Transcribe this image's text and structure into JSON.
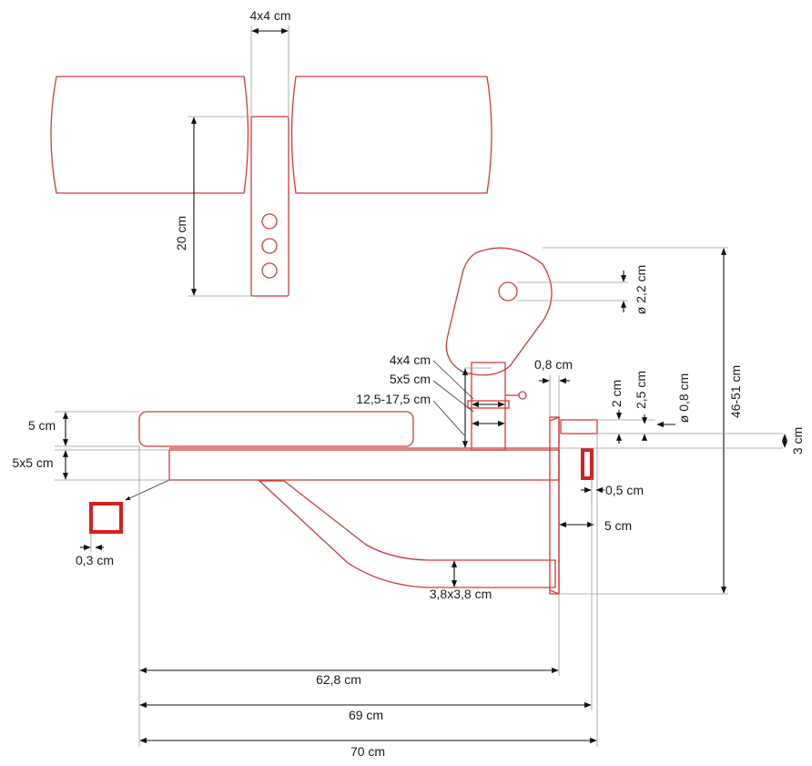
{
  "accent_color": "#d23a3a",
  "labels": {
    "tube_size_top": "4x4 cm",
    "height_20": "20 cm",
    "diameter_22": "ø 2,2 cm",
    "height_4651": "46-51 cm",
    "tube_4x4": "4x4 cm",
    "tube_5x5_upper": "5x5 cm",
    "range_125_175": "12,5-17,5 cm",
    "gap_08": "0,8 cm",
    "h_2": "2 cm",
    "h_25": "2,5 cm",
    "diameter_08": "ø 0,8 cm",
    "h_3": "3 cm",
    "pad_5": "5 cm",
    "tube_5x5_left": "5x5 cm",
    "wall_03": "0,3 cm",
    "plate_05": "0,5 cm",
    "depth_5": "5 cm",
    "tube_38": "3,8x3,8 cm",
    "len_628": "62,8 cm",
    "len_69": "69 cm",
    "len_70": "70 cm"
  }
}
